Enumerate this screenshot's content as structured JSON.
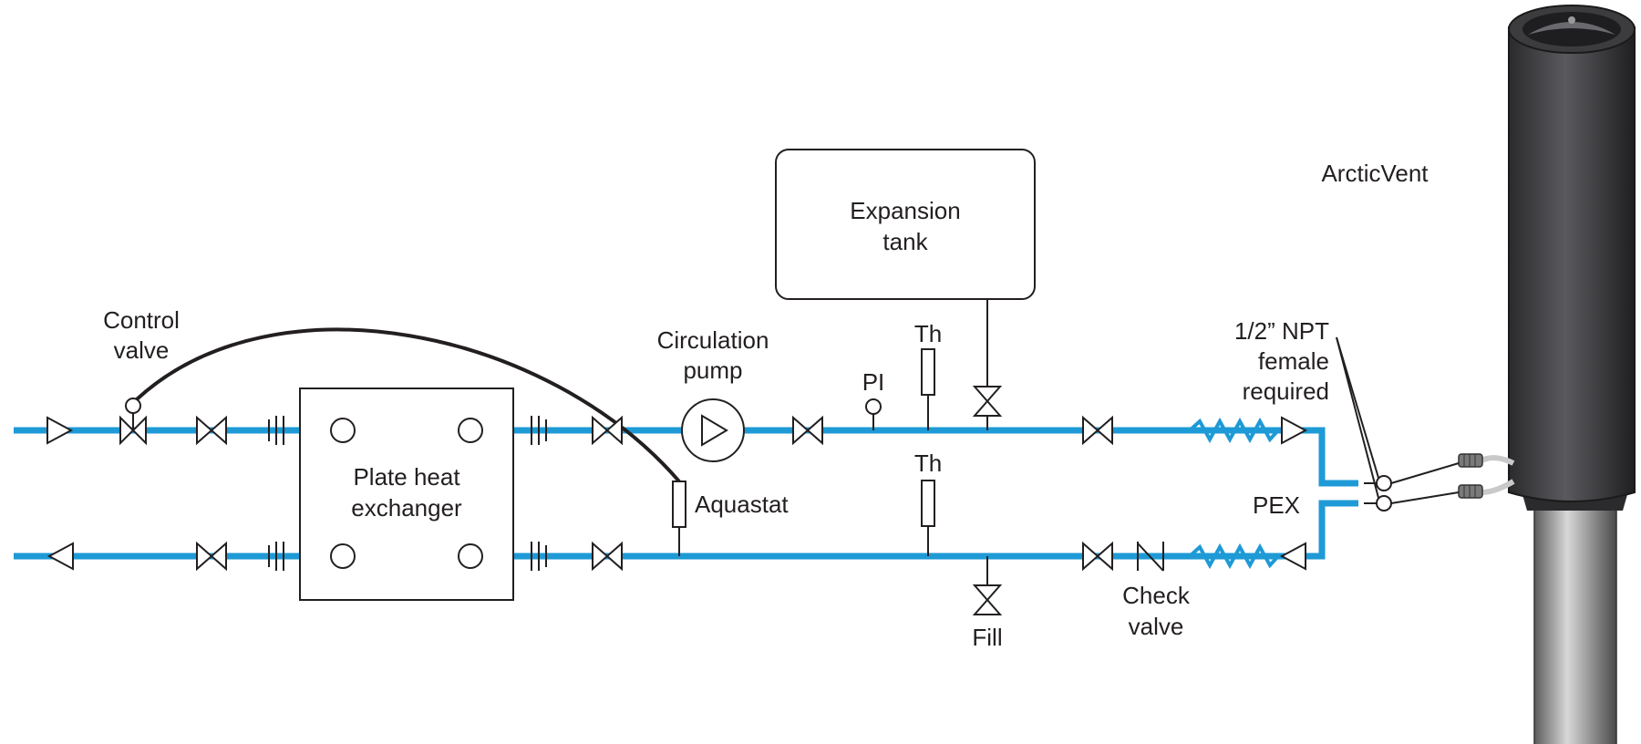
{
  "colors": {
    "pipe": "#1e9ad6",
    "ink": "#231f20",
    "vent_body": "#3a3a3c",
    "vent_pole": "#8a8a8a"
  },
  "labels": {
    "control_valve": [
      "Control",
      "valve"
    ],
    "circulation_pump": [
      "Circulation",
      "pump"
    ],
    "expansion_tank": [
      "Expansion",
      "tank"
    ],
    "plate_heat_exchanger": [
      "Plate heat",
      "exchanger"
    ],
    "aquastat": "Aquastat",
    "pi": "PI",
    "th_supply": "Th",
    "th_return": "Th",
    "fill": "Fill",
    "check_valve": [
      "Check",
      "valve"
    ],
    "npt_note": [
      "1/2” NPT",
      "female",
      "required"
    ],
    "pex": "PEX",
    "arcticvent": "ArcticVent"
  },
  "icons": [
    "flow-arrow-in-icon",
    "flow-arrow-out-icon",
    "control-valve-icon",
    "gate-valve-icon",
    "union-icon",
    "pump-icon",
    "pressure-indicator-icon",
    "thermometer-icon",
    "aquastat-icon",
    "check-valve-icon",
    "pex-flex-icon",
    "port-icon",
    "arcticvent-icon"
  ]
}
